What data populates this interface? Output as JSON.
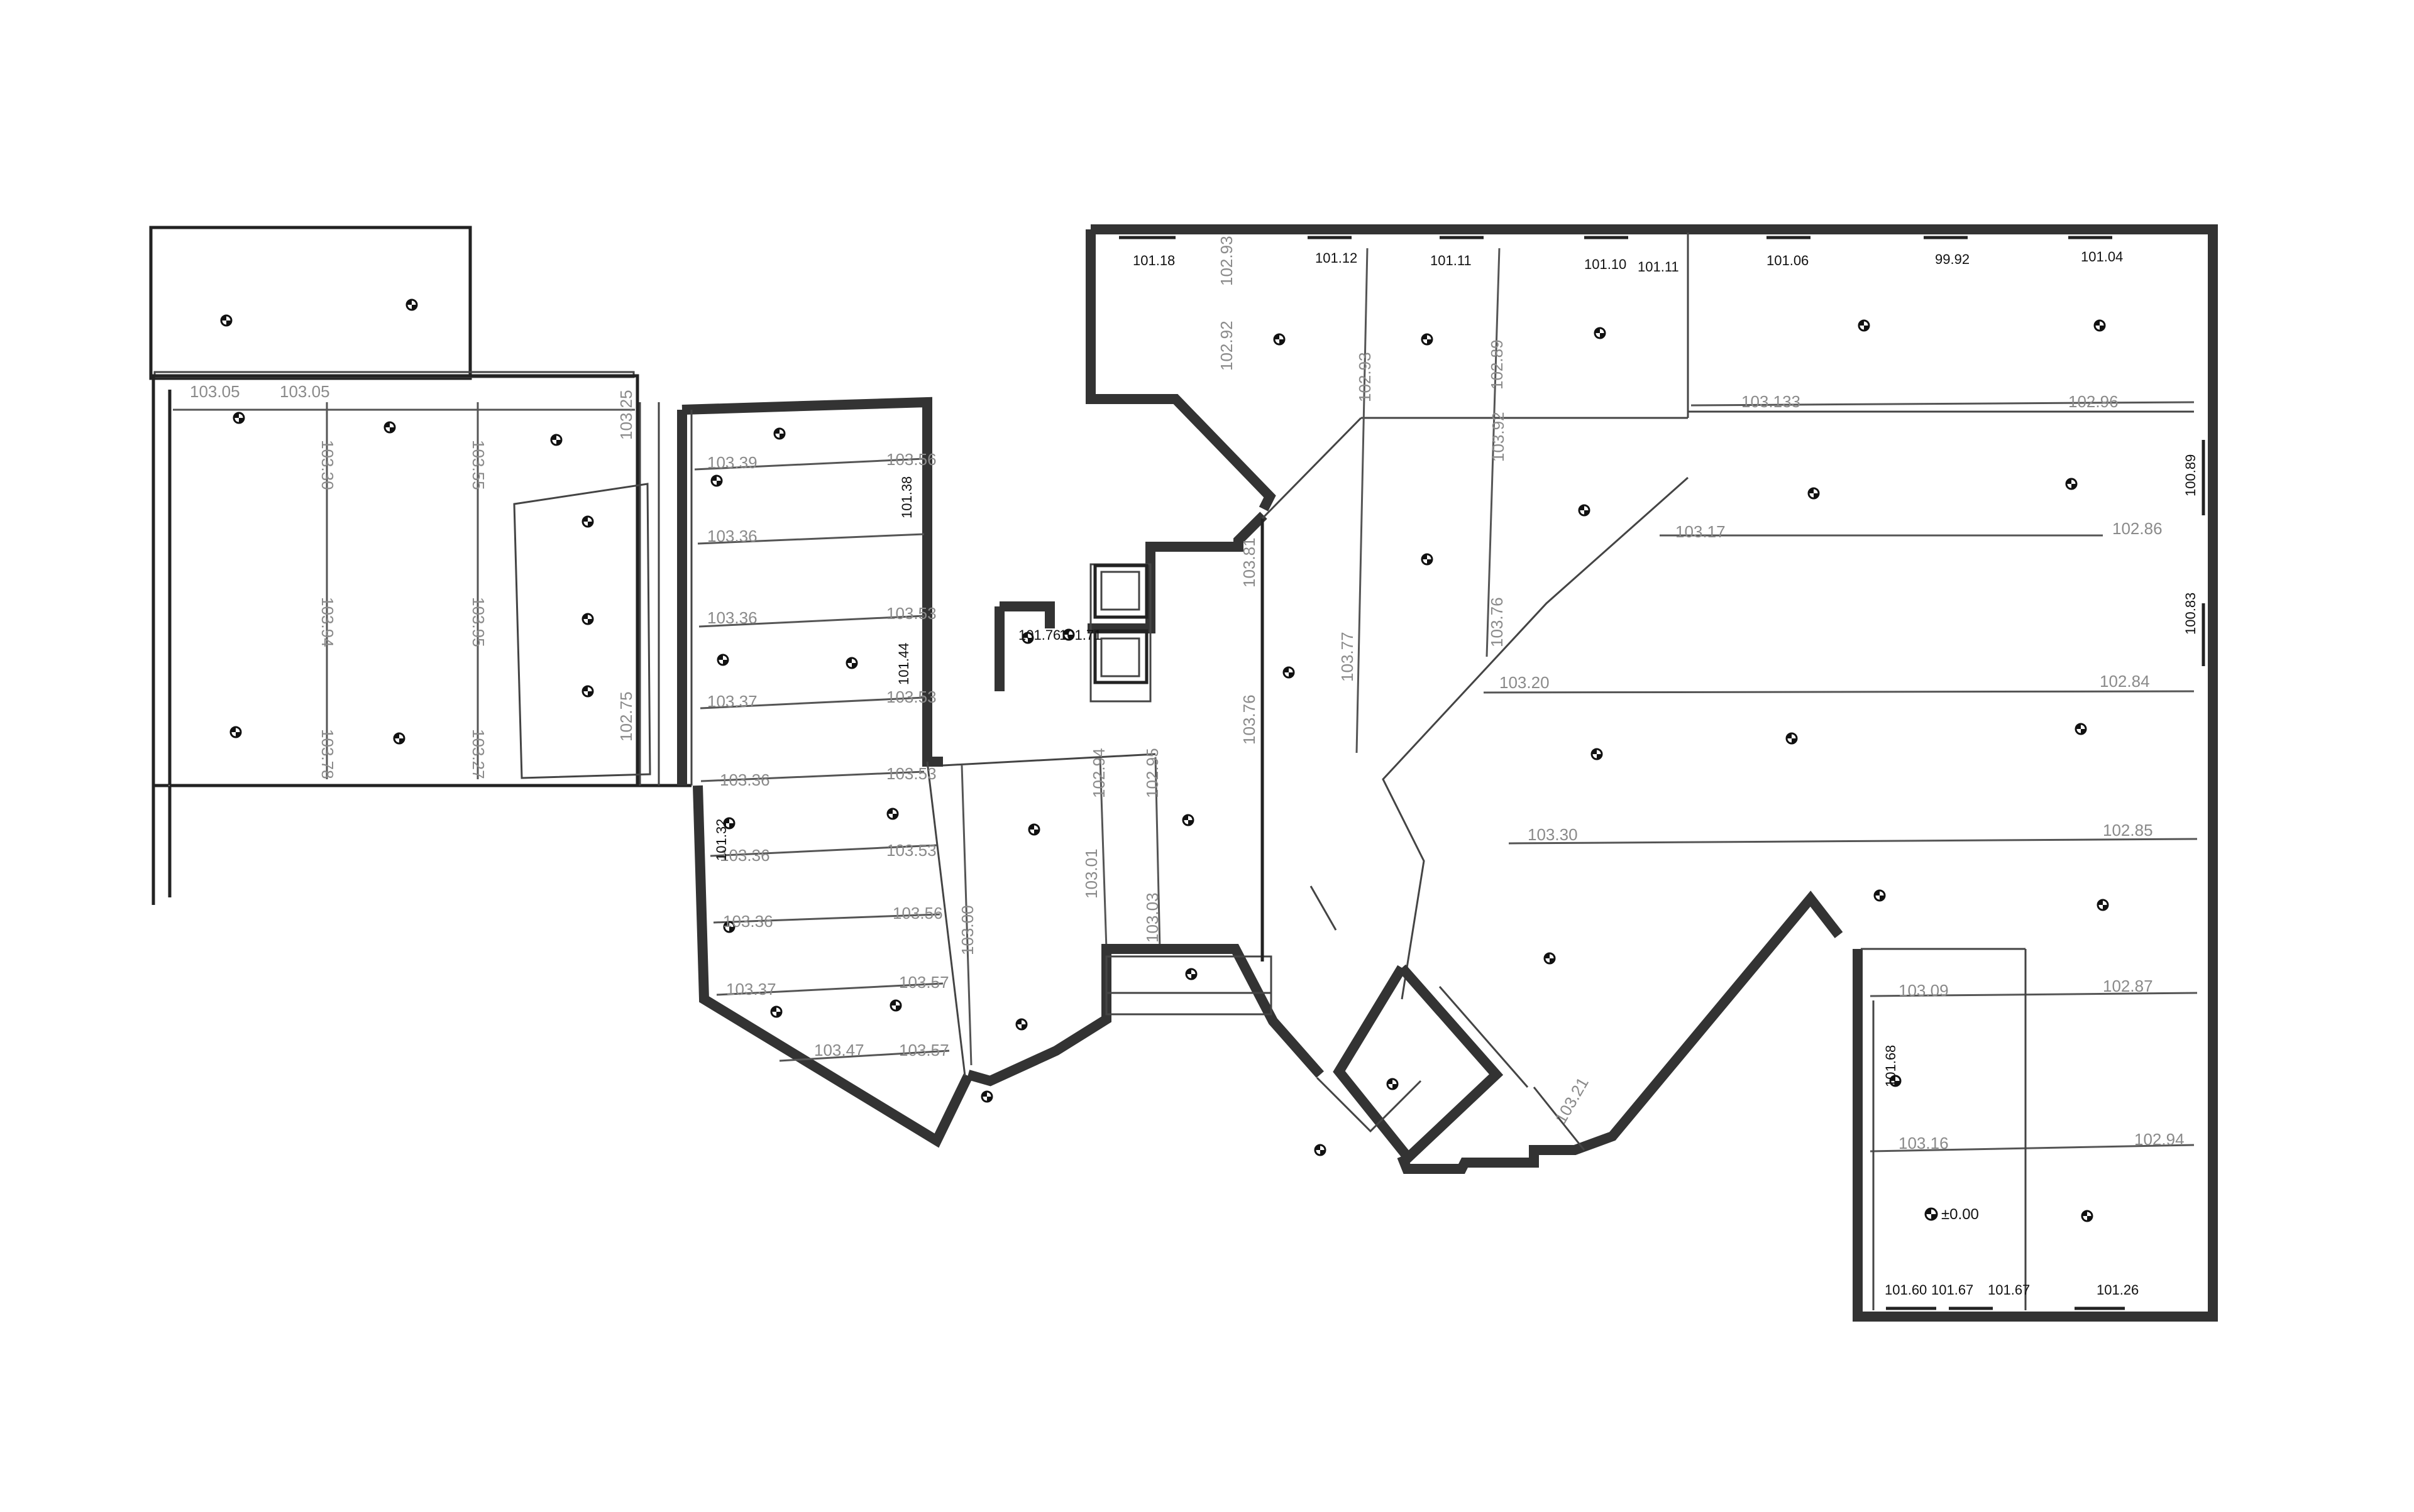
{
  "drawing": {
    "beam_levels": [
      "103.05",
      "103.05",
      "103.30",
      "103.55",
      "103.25",
      "103.94",
      "103.95",
      "103.78",
      "103.27",
      "102.75",
      "103.39",
      "103.56",
      "103.36",
      "103.36",
      "103.53",
      "103.37",
      "103.53",
      "103.36",
      "103.53",
      "103.36",
      "103.53",
      "103.36",
      "103.56",
      "103.37",
      "103.57",
      "103.47",
      "103.57",
      "103.00",
      "103.01",
      "103.03",
      "102.94",
      "102.95",
      "103.81",
      "103.76",
      "103.77",
      "102.93",
      "102.89",
      "102.92",
      "103.92",
      "103.76",
      "102.93",
      "103.133",
      "102.96",
      "103.17",
      "102.86",
      "103.20",
      "102.84",
      "103.30",
      "102.85",
      "102.87",
      "103.09",
      "103.16",
      "102.94",
      "103.21"
    ],
    "floor_levels": [
      "101.18",
      "101.12",
      "101.11",
      "101.10",
      "101.11",
      "101.06",
      "99.92",
      "101.04",
      "101.76",
      "101.71",
      "101.38",
      "101.32",
      "101.60",
      "101.67",
      "101.67",
      "101.26",
      "101.68",
      "100.89",
      "100.83",
      "101.44"
    ],
    "origin_label": "±0.00"
  }
}
